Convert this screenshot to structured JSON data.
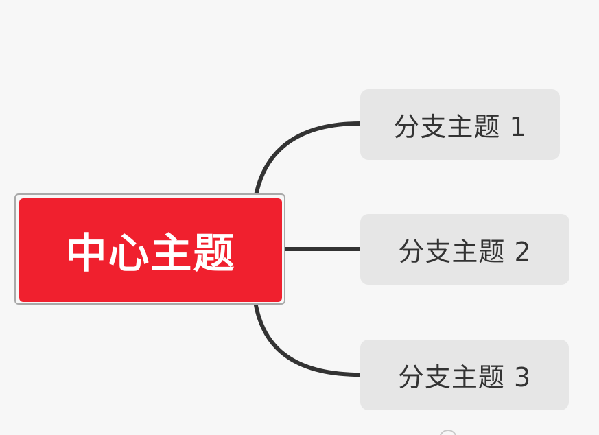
{
  "mindmap": {
    "central_topic": "中心主题",
    "branches": [
      {
        "label": "分支主题 1"
      },
      {
        "label": "分支主题 2"
      },
      {
        "label": "分支主题 3"
      }
    ]
  },
  "colors": {
    "background": "#f7f7f7",
    "central_fill": "#f0202e",
    "central_text": "#ffffff",
    "branch_fill": "#e6e6e6",
    "branch_text": "#333333",
    "connector": "#333333",
    "selection_border": "#a9a9a9"
  }
}
